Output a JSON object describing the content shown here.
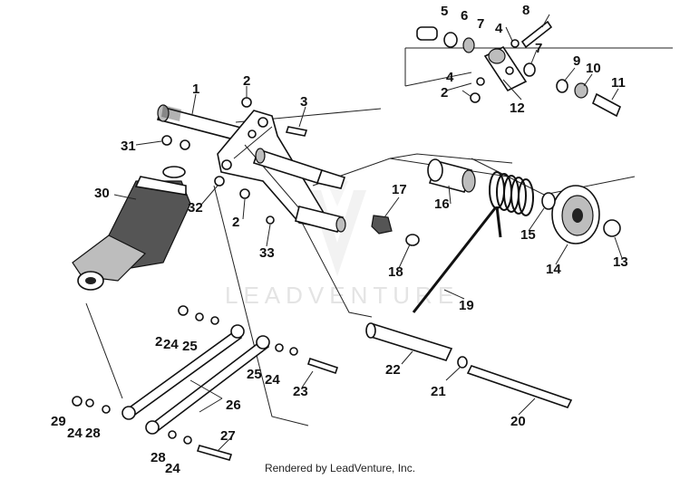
{
  "watermark": "LEADVENTURE",
  "footer": "Rendered by LeadVenture, Inc.",
  "callouts": [
    "1",
    "2",
    "3",
    "4",
    "5",
    "6",
    "7",
    "8",
    "9",
    "10",
    "11",
    "12",
    "13",
    "14",
    "15",
    "16",
    "17",
    "18",
    "19",
    "20",
    "21",
    "22",
    "23",
    "24",
    "25",
    "26",
    "27",
    "28",
    "29",
    "30",
    "31",
    "32",
    "33"
  ],
  "labels": {
    "c1": "1",
    "c2a": "2",
    "c2b": "2",
    "c2c": "2",
    "c2d": "2",
    "c3": "3",
    "c4a": "4",
    "c4b": "4",
    "c5": "5",
    "c6": "6",
    "c7a": "7",
    "c7b": "7",
    "c8": "8",
    "c9": "9",
    "c10": "10",
    "c11": "11",
    "c12": "12",
    "c13": "13",
    "c14": "14",
    "c15": "15",
    "c16": "16",
    "c17": "17",
    "c18": "18",
    "c19": "19",
    "c20": "20",
    "c21": "21",
    "c22": "22",
    "c23": "23",
    "c24a": "24",
    "c24b": "24",
    "c24c": "24",
    "c24d": "24",
    "c25a": "25",
    "c25b": "25",
    "c26": "26",
    "c27": "27",
    "c28a": "28",
    "c28b": "28",
    "c29": "29",
    "c30": "30",
    "c31": "31",
    "c32": "32",
    "c33": "33"
  }
}
